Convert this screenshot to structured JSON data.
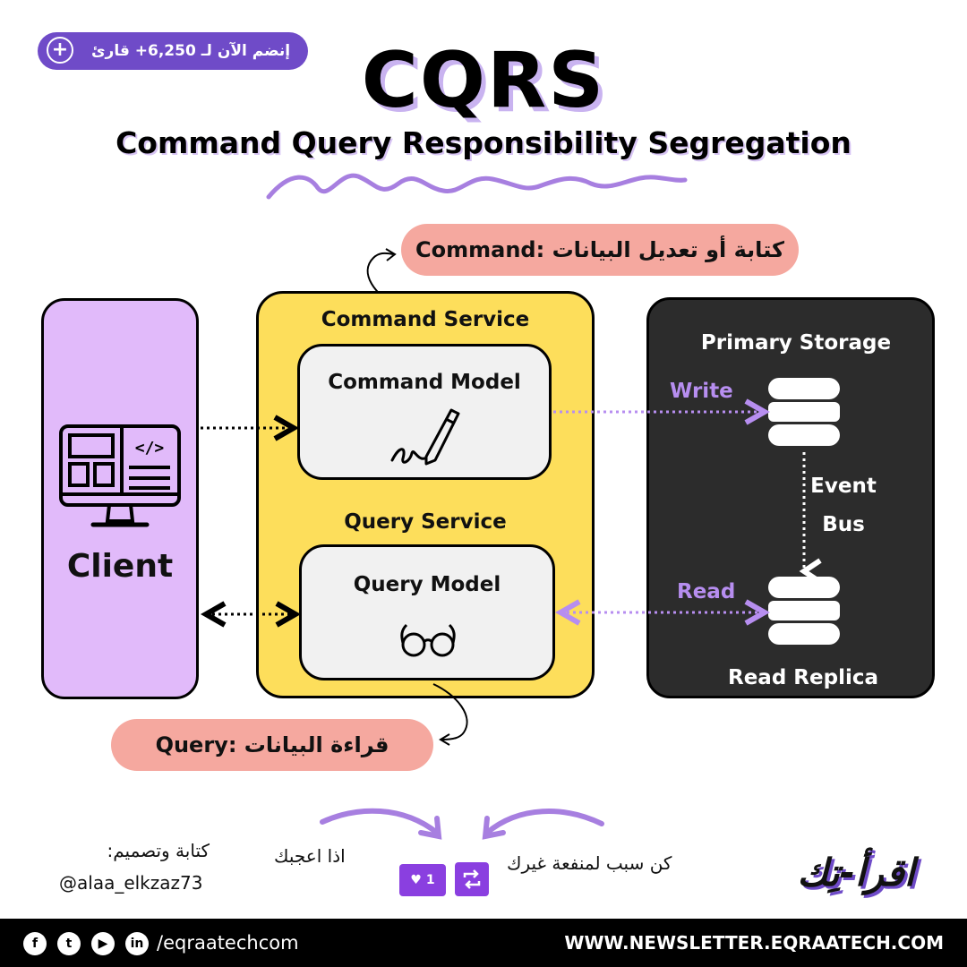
{
  "badge": {
    "text": "إنضم الآن لـ 6,250+ قارئ",
    "plus": "+"
  },
  "title": "CQRS",
  "subtitle": "Command Query Responsibility Segregation",
  "pills": {
    "command": "كتابة أو تعديل البيانات  :Command",
    "query": "قراءة البيانات :Query"
  },
  "client": {
    "label": "Client"
  },
  "services": {
    "command_service": "Command Service",
    "command_model": "Command Model",
    "query_service": "Query Service",
    "query_model": "Query Model"
  },
  "storage": {
    "primary": "Primary Storage",
    "write": "Write",
    "event": "Event",
    "bus": "Bus",
    "read": "Read",
    "replica": "Read Replica"
  },
  "bottom": {
    "credit_label": "كتابة وتصميم:",
    "credit_handle": "@alaa_elkzaz73",
    "if_liked": "اذا اعجبك",
    "be_reason": "كن سبب لمنفعة غيرك",
    "like_count": "1",
    "logo_text": "اقرأ-تِك"
  },
  "footer": {
    "handle": "/eqraatechcom",
    "url": "WWW.NEWSLETTER.EQRAATECH.COM"
  },
  "colors": {
    "accent_purple": "#6f4bc8",
    "client_bg": "#e1bafa",
    "service_bg": "#fdde5b",
    "storage_bg": "#2c2c2c",
    "pill_bg": "#f5a89f",
    "flow_purple": "#b78ef0"
  },
  "icons": [
    "plus-icon",
    "monitor-icon",
    "pen-icon",
    "glasses-icon",
    "database-icon",
    "heart-icon",
    "repost-icon",
    "facebook-icon",
    "twitter-icon",
    "youtube-icon",
    "linkedin-icon"
  ]
}
